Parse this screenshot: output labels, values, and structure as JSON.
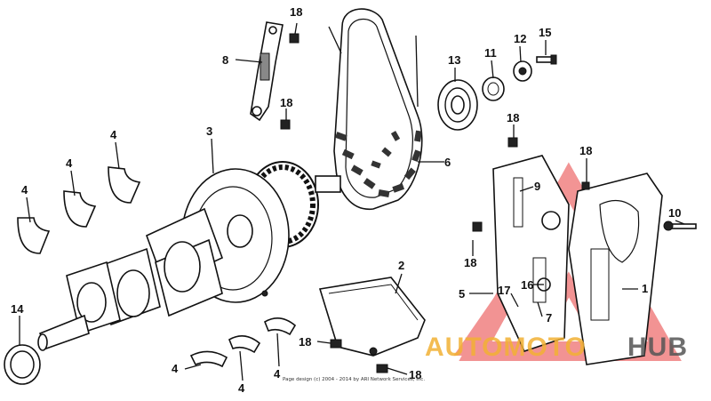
{
  "diagram": {
    "callouts": [
      "18",
      "8",
      "18",
      "3",
      "4",
      "4",
      "4",
      "4",
      "14",
      "13",
      "11",
      "12",
      "15",
      "6",
      "18",
      "18",
      "9",
      "10",
      "18",
      "5",
      "17",
      "16",
      "7",
      "1",
      "2",
      "18",
      "4",
      "4",
      "4",
      "18"
    ],
    "copyright": "Page design (c) 2004 - 2014 by ARI Network Services, Inc.",
    "watermark": {
      "word1": "AUTOMOTO",
      "word2": "HUB",
      "color1": "#f2b134",
      "color2": "#555555",
      "logo_color": "#e83c3c"
    }
  }
}
